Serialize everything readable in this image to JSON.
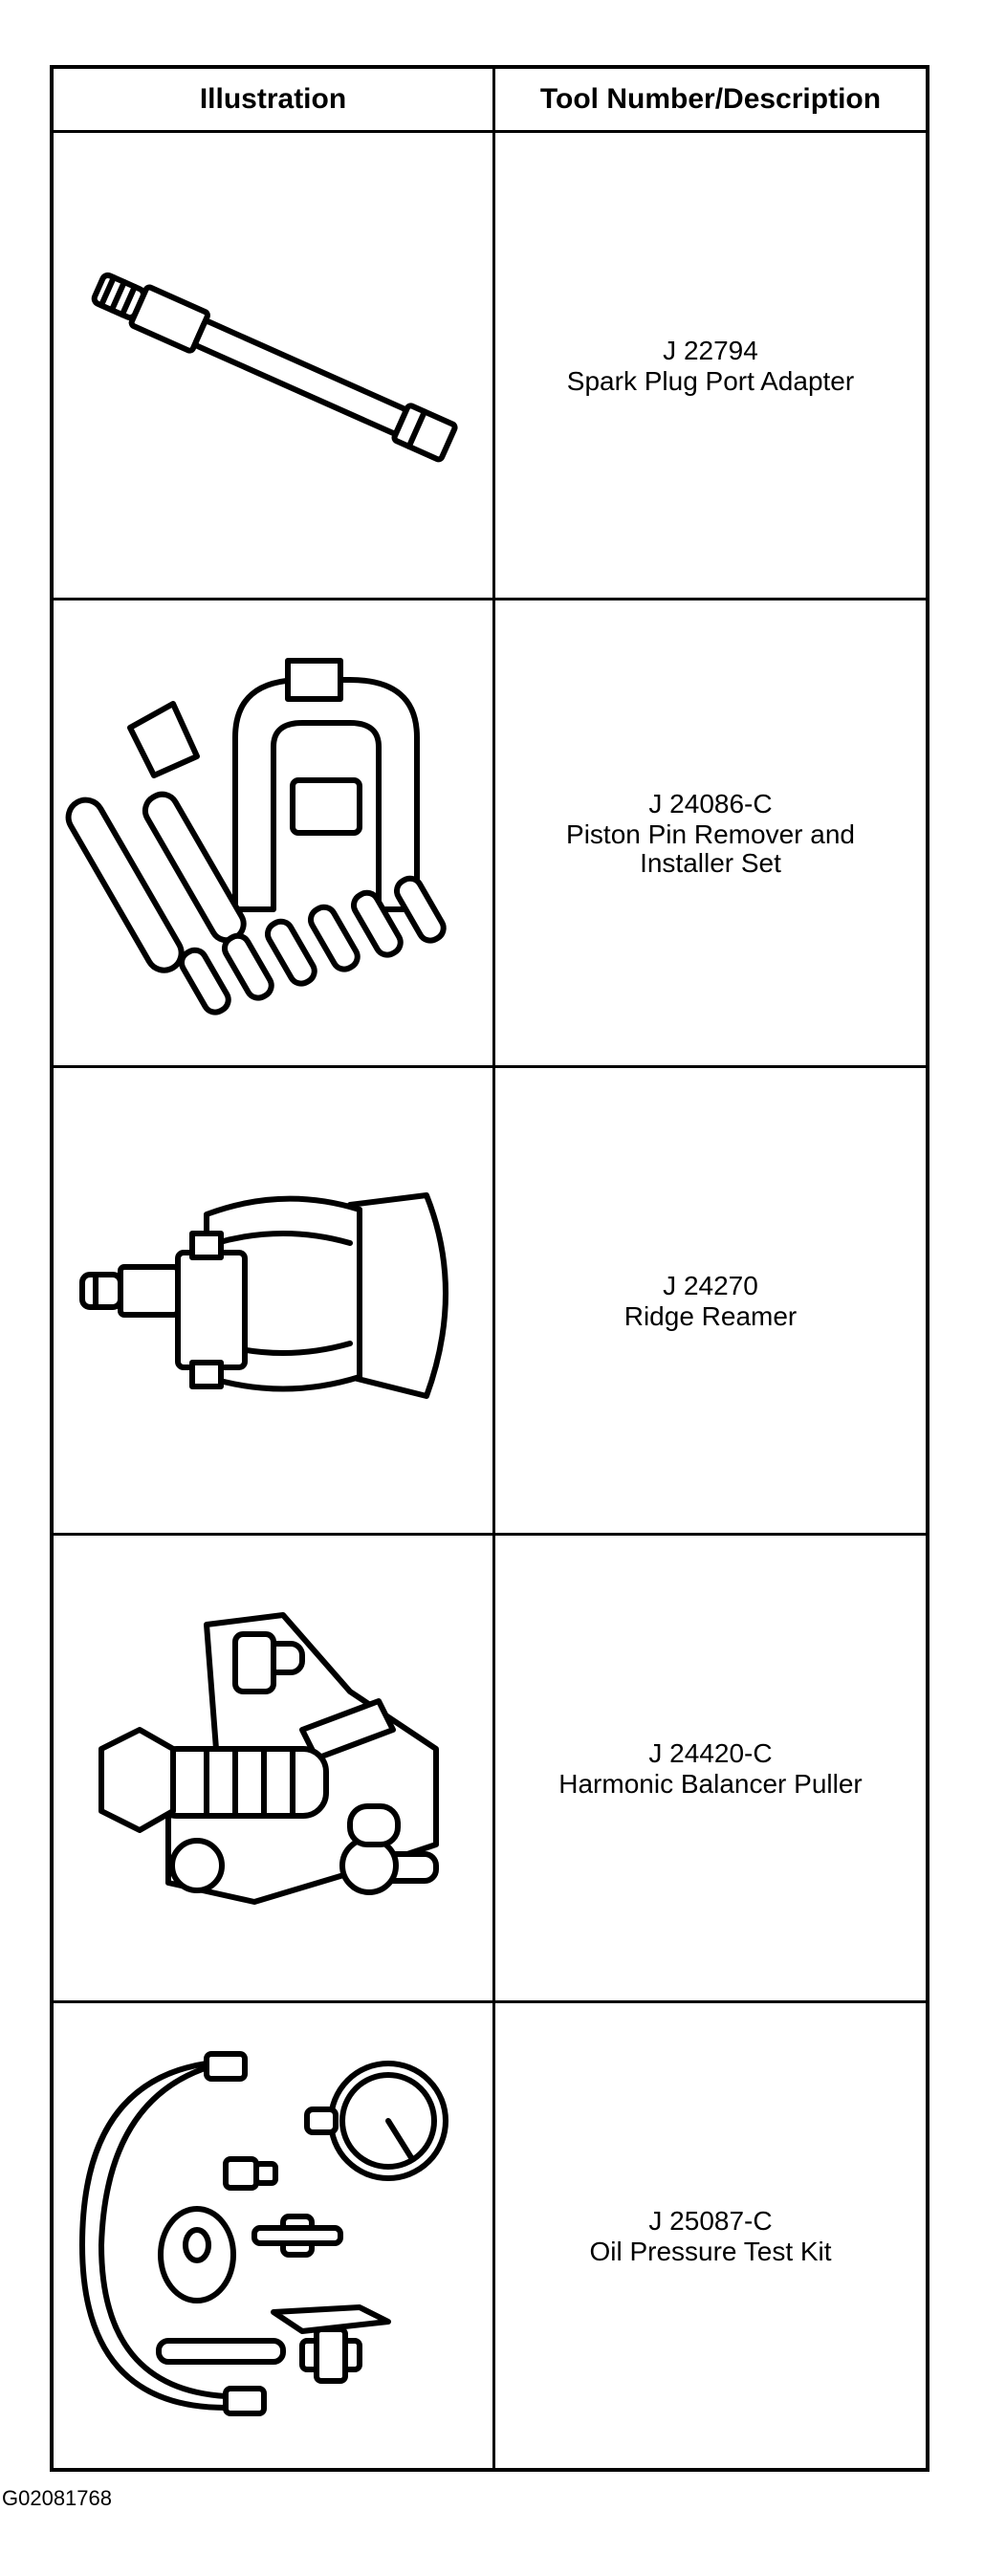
{
  "table": {
    "headers": {
      "illustration": "Illustration",
      "tool": "Tool Number/Description"
    },
    "rows": [
      {
        "number": "J 22794",
        "name": "Spark Plug Port Adapter",
        "icon": "spark-plug-port-adapter-illustration"
      },
      {
        "number": "J 24086-C",
        "name": "Piston Pin Remover and\nInstaller Set",
        "icon": "piston-pin-remover-installer-set-illustration"
      },
      {
        "number": "J 24270",
        "name": "Ridge Reamer",
        "icon": "ridge-reamer-illustration"
      },
      {
        "number": "J 24420-C",
        "name": "Harmonic Balancer Puller",
        "icon": "harmonic-balancer-puller-illustration"
      },
      {
        "number": "J 25087-C",
        "name": "Oil Pressure Test Kit",
        "icon": "oil-pressure-test-kit-illustration"
      }
    ]
  },
  "figure_id": "G02081768"
}
